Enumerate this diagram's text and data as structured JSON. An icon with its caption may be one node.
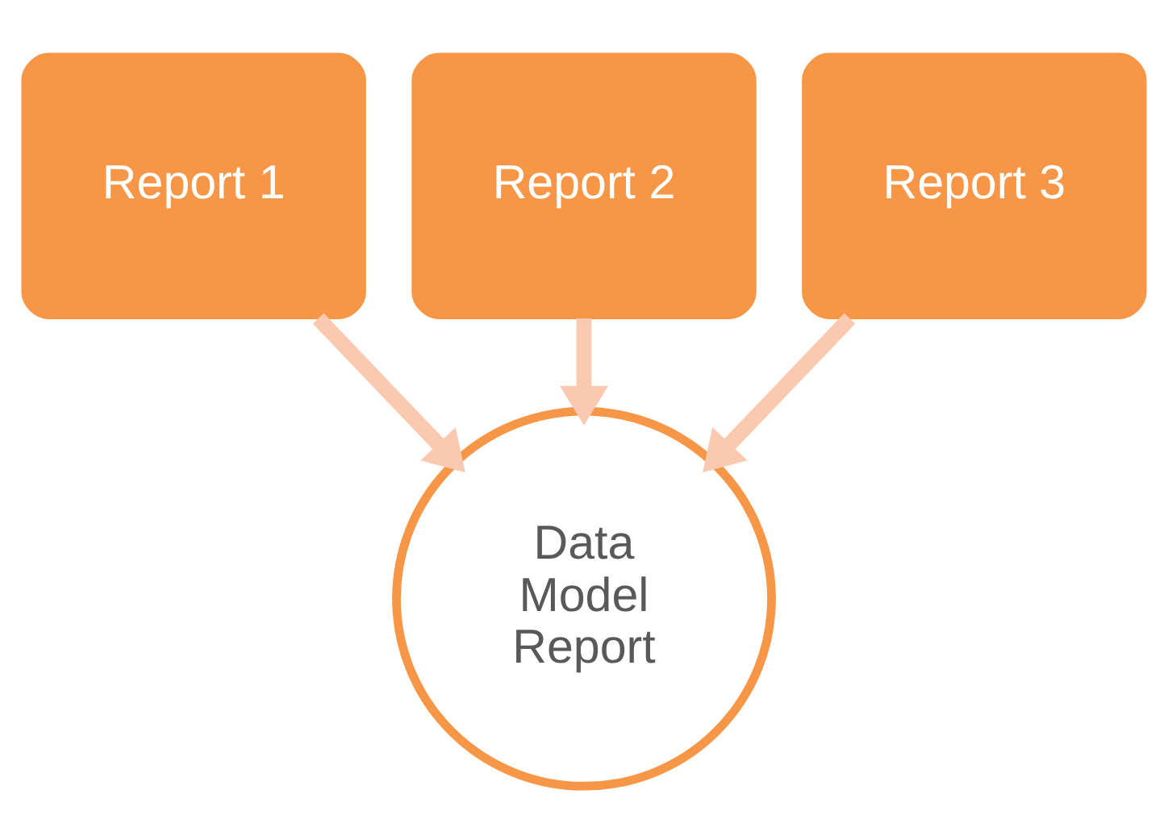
{
  "diagram": {
    "nodes": [
      {
        "text": [
          "Report 1"
        ]
      },
      {
        "text": [
          "Report 2"
        ]
      },
      {
        "text": [
          "Report 3"
        ]
      },
      {
        "text": [
          "Data Model Report"
        ]
      }
    ],
    "edges": [
      {
        "from": 0,
        "to": 3,
        "arrow": "to"
      },
      {
        "from": 1,
        "to": 3,
        "arrow": "to"
      },
      {
        "from": 2,
        "to": 3,
        "arrow": "to"
      }
    ]
  }
}
